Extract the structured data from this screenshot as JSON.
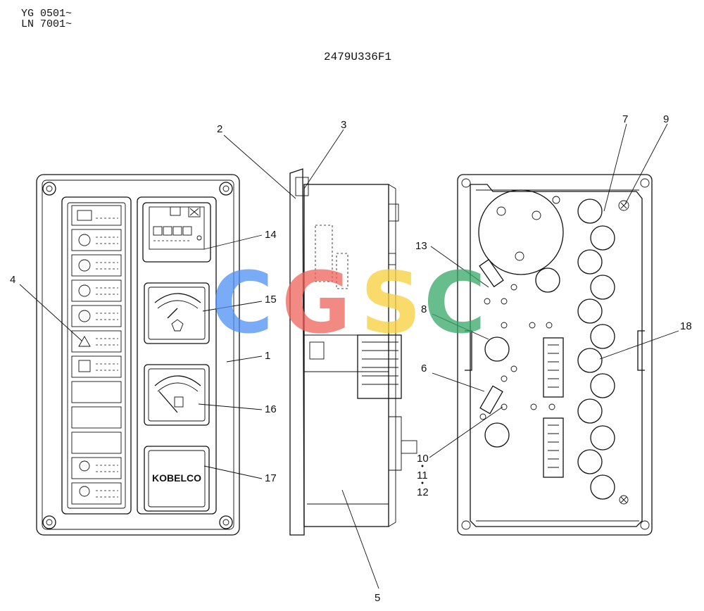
{
  "header": {
    "serial_1": "YG 0501~",
    "serial_2": "LN 7001~",
    "part_number": "2479U336F1"
  },
  "logo_text": "KOBELCO",
  "watermark": {
    "letters": [
      "C",
      "G",
      "S",
      "C"
    ],
    "colors": [
      "#4d8ff5",
      "#f0625a",
      "#f7cf3a",
      "#36a866"
    ]
  },
  "callouts": {
    "c1": "1",
    "c2": "2",
    "c3": "3",
    "c4": "4",
    "c5": "5",
    "c6": "6",
    "c7": "7",
    "c8": "8",
    "c9": "9",
    "c10": "10",
    "c11": "11",
    "c12": "12",
    "c13": "13",
    "c14": "14",
    "c15": "15",
    "c16": "16",
    "c17": "17",
    "c18": "18"
  }
}
